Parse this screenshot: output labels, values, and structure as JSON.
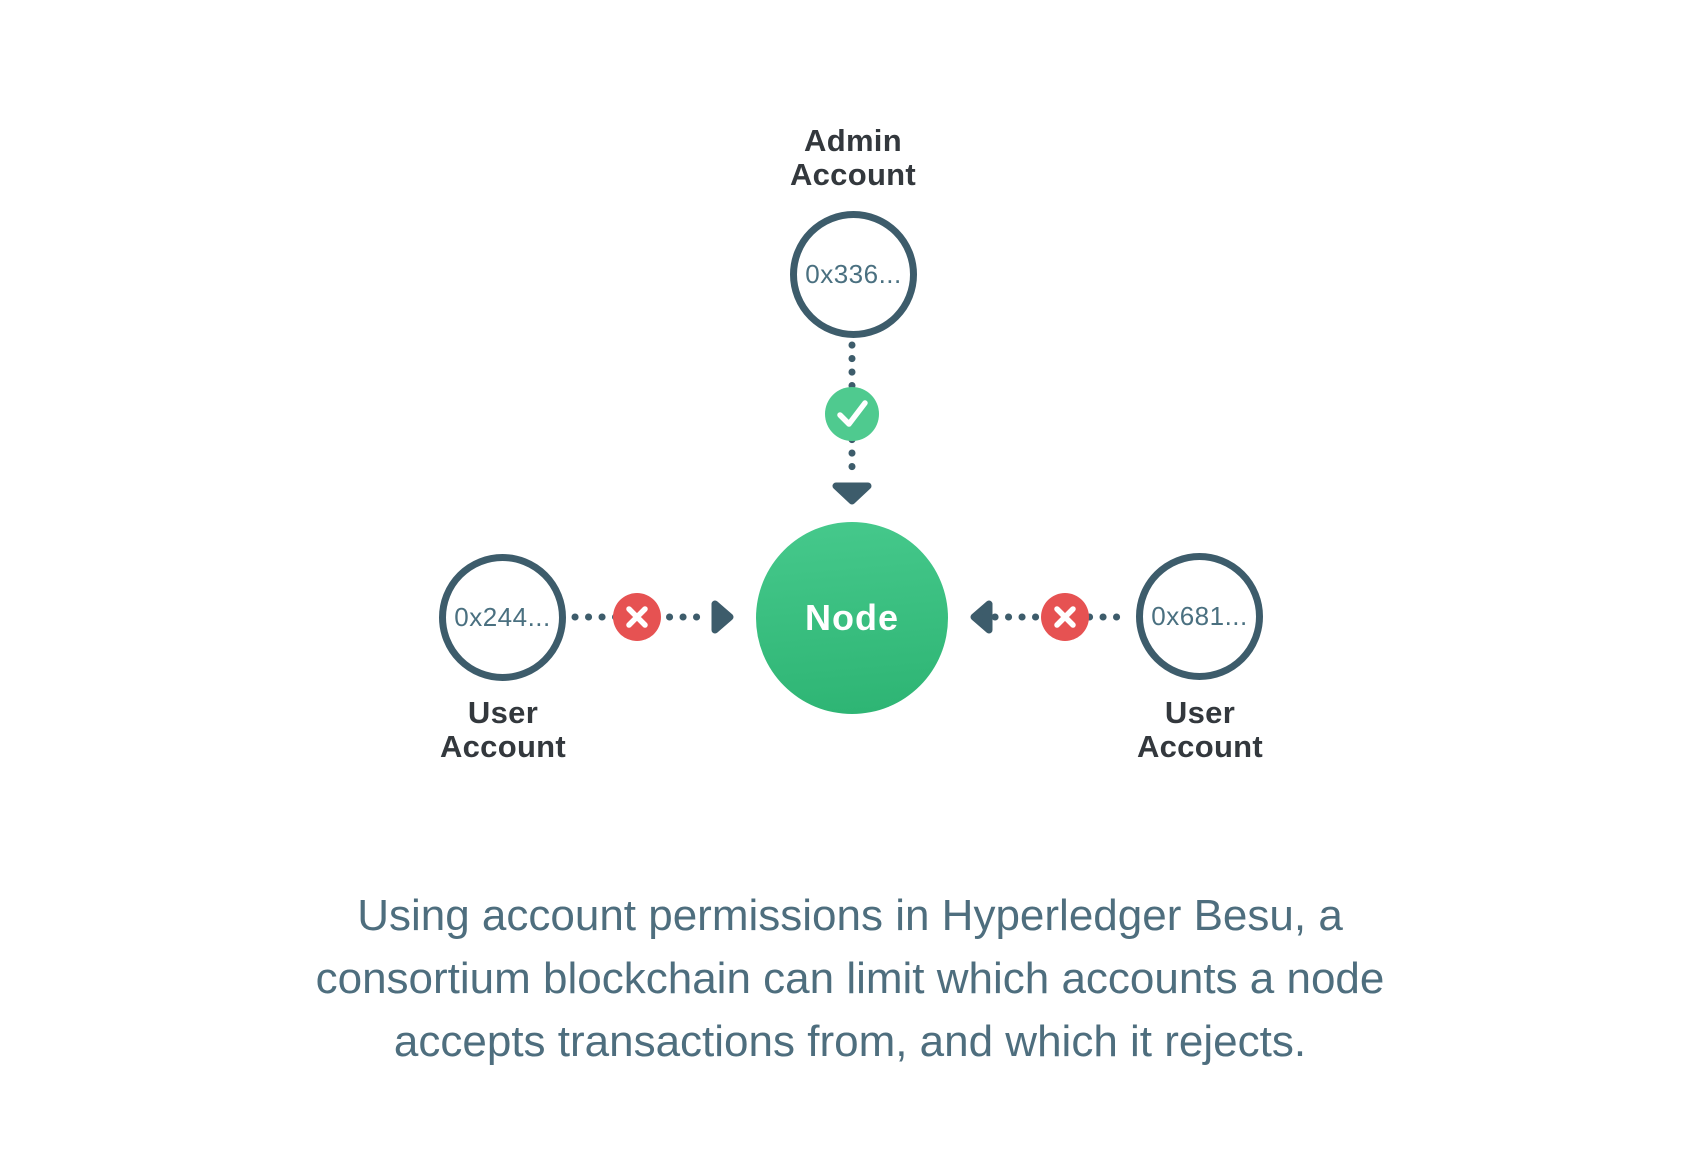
{
  "colors": {
    "slate": "#3d5c6b",
    "label_dark": "#33383d",
    "address_slate": "#4a7080",
    "node_green_top": "#46c98c",
    "node_green_bottom": "#2db473",
    "check_green": "#4fca8f",
    "cross_red": "#e65252",
    "caption_slate": "#4e6e7e",
    "background": "#ffffff"
  },
  "diagram": {
    "admin_account": {
      "label_lines": [
        "Admin",
        "Account"
      ],
      "address": "0x336..."
    },
    "node": {
      "label": "Node"
    },
    "left_user_account": {
      "label_lines": [
        "User",
        "Account"
      ],
      "address": "0x244..."
    },
    "right_user_account": {
      "label_lines": [
        "User",
        "Account"
      ],
      "address": "0x681..."
    },
    "icons": {
      "allowed_icon": "check-icon",
      "rejected_icon": "cross-icon",
      "admin_flow_icon": "down-arrowhead-icon",
      "left_flow_icon": "right-arrowhead-icon",
      "right_flow_icon": "left-arrowhead-icon"
    },
    "permissions": {
      "admin_to_node": "allowed",
      "left_user_to_node": "rejected",
      "right_user_to_node": "rejected"
    }
  },
  "caption": {
    "lines": [
      "Using account permissions in Hyperledger Besu, a",
      "consortium blockchain can limit which accounts a node",
      "accepts transactions from, and which it rejects."
    ]
  }
}
